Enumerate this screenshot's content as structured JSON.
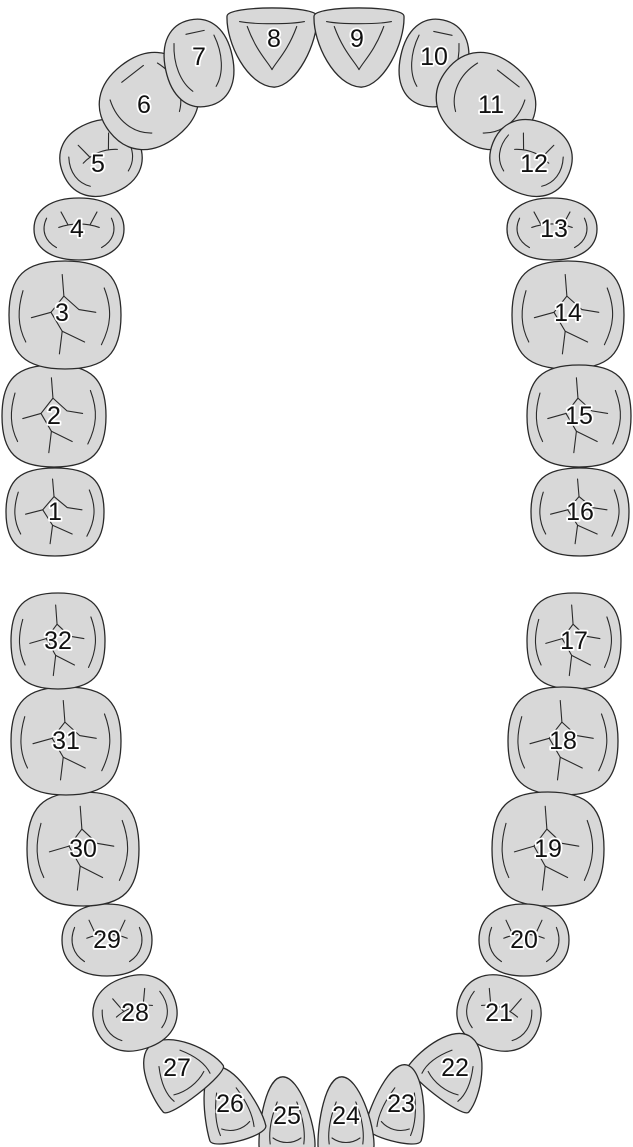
{
  "diagram": {
    "upper_arch": [
      "1",
      "2",
      "3",
      "4",
      "5",
      "6",
      "7",
      "8",
      "9",
      "10",
      "11",
      "12",
      "13",
      "14",
      "15",
      "16"
    ],
    "lower_arch": [
      "17",
      "18",
      "19",
      "20",
      "21",
      "22",
      "23",
      "24",
      "25",
      "26",
      "27",
      "28",
      "29",
      "30",
      "31",
      "32"
    ]
  },
  "colors": {
    "tooth_fill": "#d8d8d8",
    "outline": "#2a2a2a",
    "label_text": "#111111",
    "label_halo": "#ffffff"
  }
}
